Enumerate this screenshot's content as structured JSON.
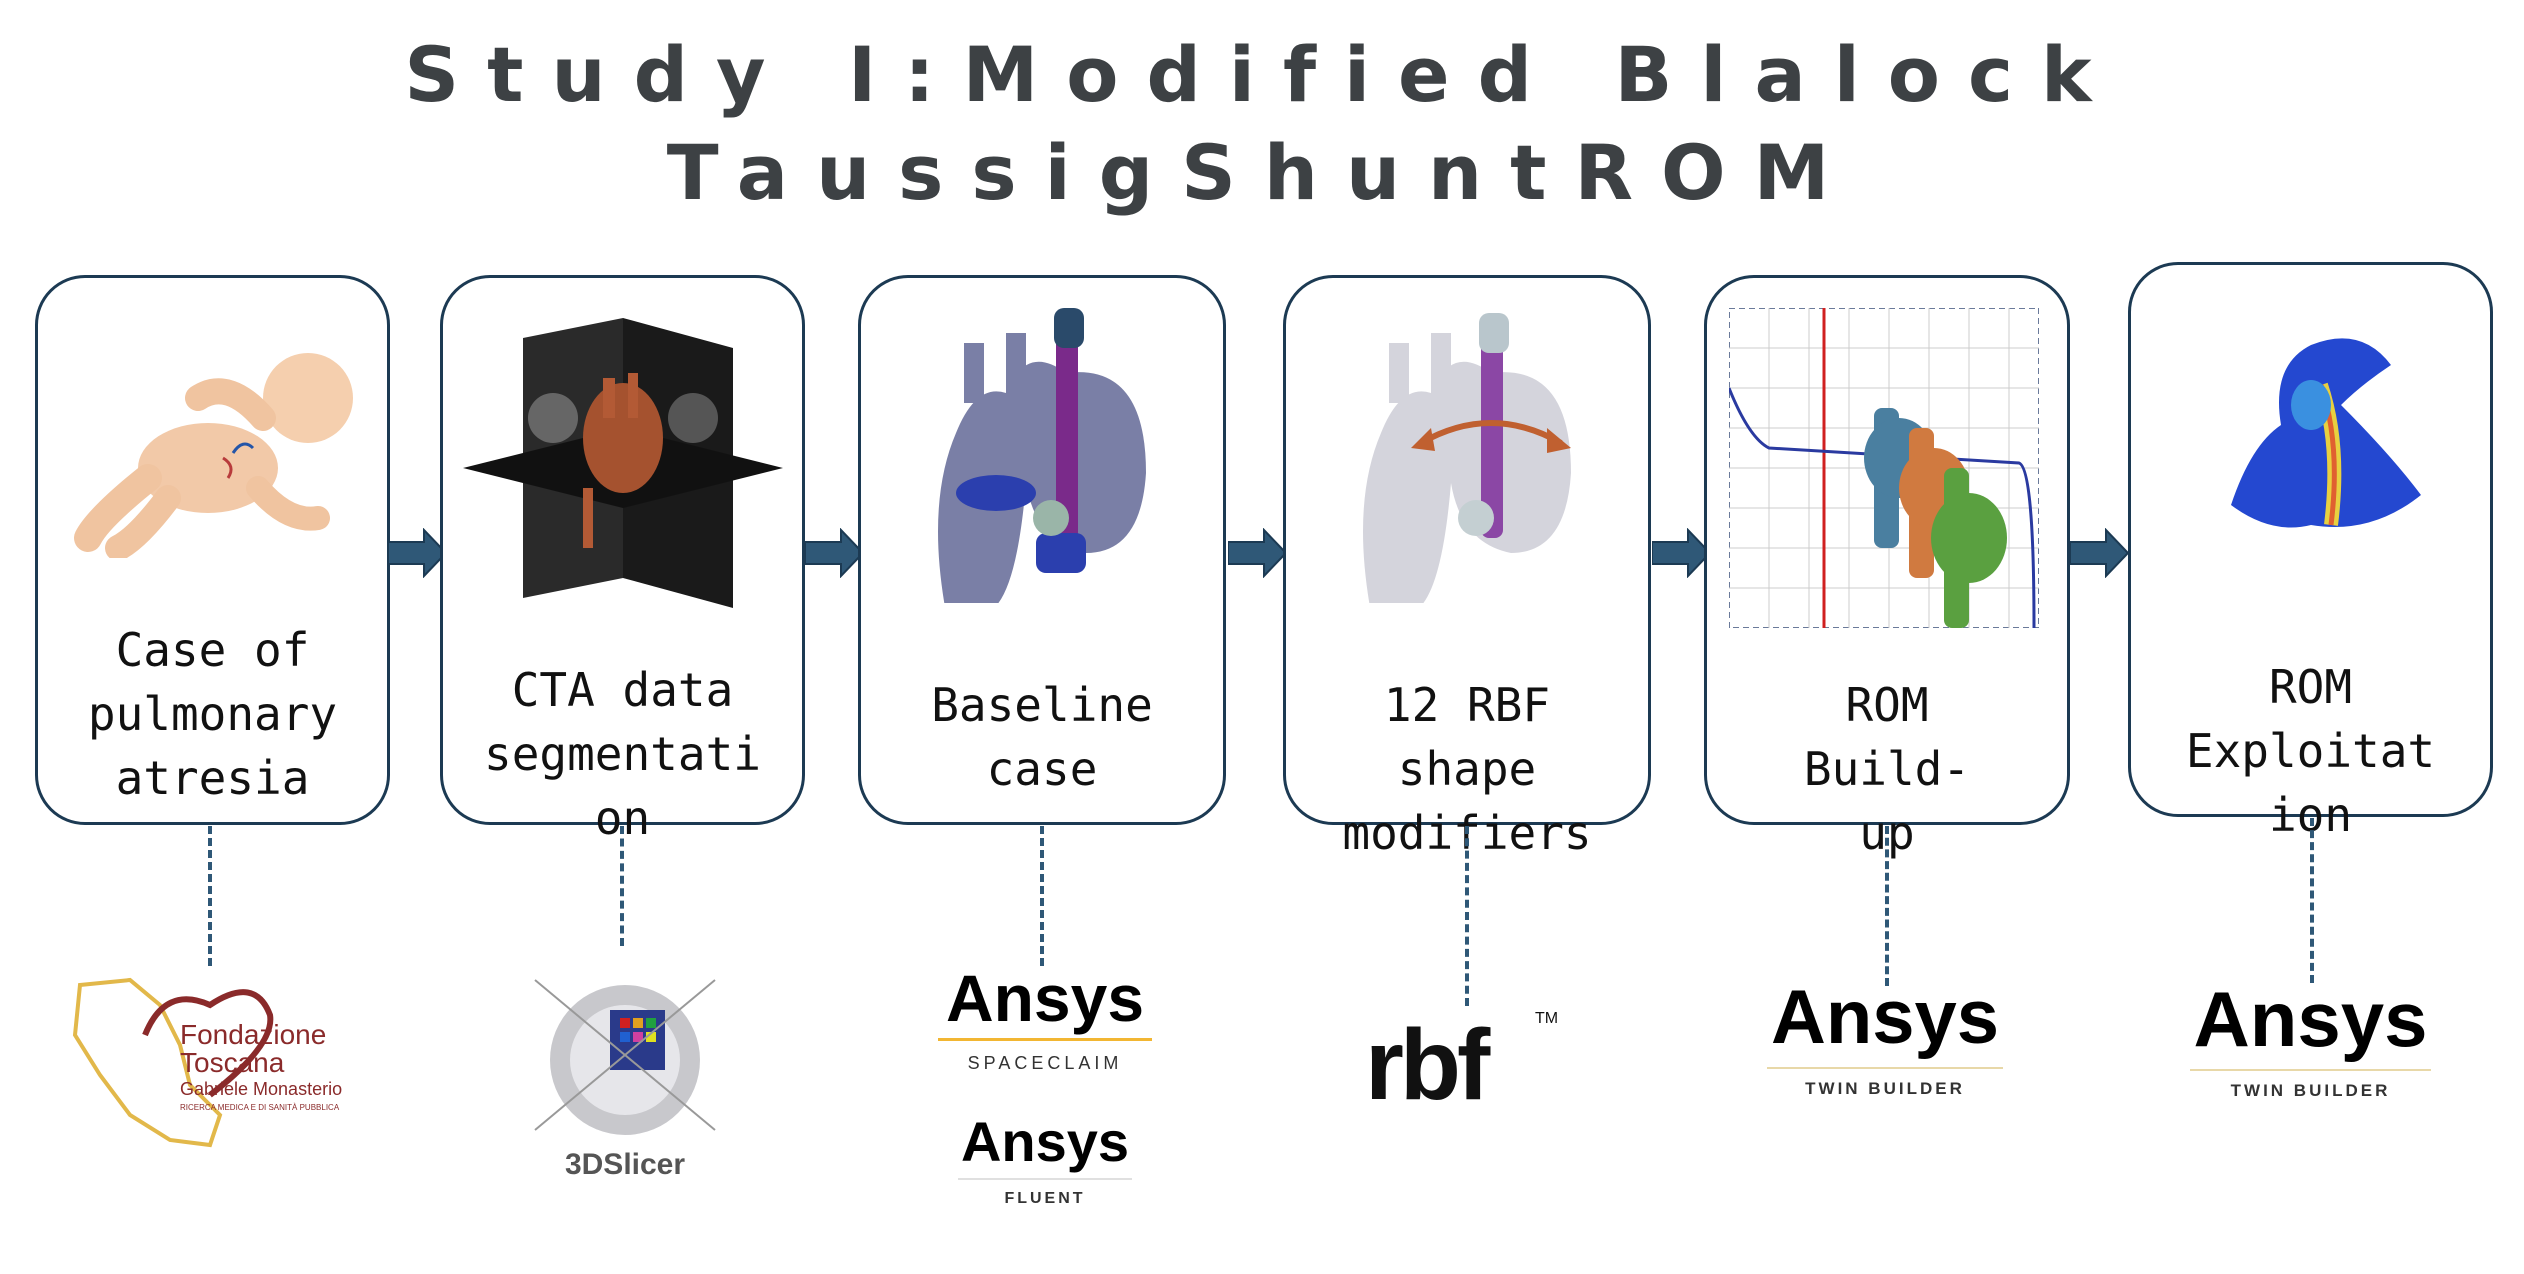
{
  "title": {
    "line1": "Study I:Modified Blalock",
    "line2": "TaussigShuntROM"
  },
  "steps": [
    {
      "label": "Case of\npulmonary\natresia"
    },
    {
      "label": "CTA data\nsegmentati\non"
    },
    {
      "label": "Baseline\ncase"
    },
    {
      "label": "12 RBF\nshape\nmodifiers"
    },
    {
      "label": "ROM\nBuild-\nup"
    },
    {
      "label": "ROM\nExploitat\nion"
    }
  ],
  "logos": {
    "fondazione": {
      "name_line1": "Fondazione",
      "name_line2": "Toscana",
      "name_line3": "Gabriele Monasterio",
      "tagline": "RICERCA MEDICA E DI SANITÀ PUBBLICA"
    },
    "slicer": {
      "text": "3DSlicer"
    },
    "ansys_spaceclaim": {
      "brand": "Ansys",
      "product": "SPACECLAIM"
    },
    "ansys_fluent": {
      "brand": "Ansys",
      "product": "FLUENT"
    },
    "rbf": {
      "brand": "rbf",
      "tm": "TM"
    },
    "ansys_twin1": {
      "brand": "Ansys",
      "product": "TWIN BUILDER"
    },
    "ansys_twin2": {
      "brand": "Ansys",
      "product": "TWIN BUILDER"
    }
  },
  "colors": {
    "card_border": "#1c3a53",
    "arrow": "#2f5877",
    "ansys_accent": "#f2b632",
    "fondazione": "#8a2a2a"
  }
}
